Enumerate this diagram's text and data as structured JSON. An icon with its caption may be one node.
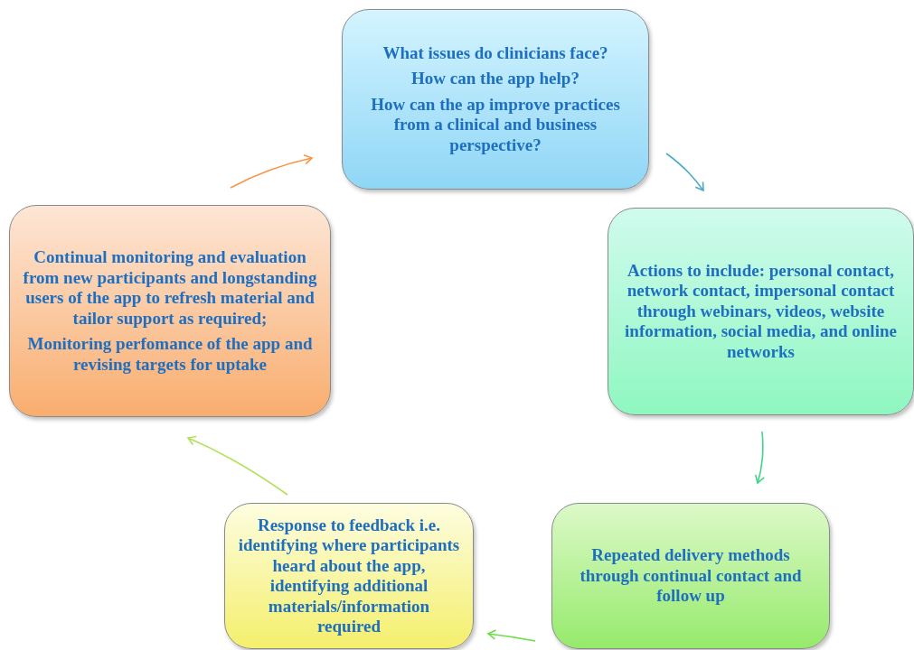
{
  "diagram": {
    "nodes": [
      {
        "text": [
          "What issues do clinicians face?",
          "How can the app help?",
          "How can the ap improve practices  from a clinical and business perspective?"
        ]
      },
      {
        "text": [
          "Actions to include: personal contact, network contact, impersonal contact through webinars, videos, website information, social media, and online networks"
        ]
      },
      {
        "text": [
          "Repeated delivery methods through continual contact and follow up"
        ]
      },
      {
        "text": [
          "Response to feedback i.e. identifying where participants heard about the app, identifying additional materials/information required"
        ]
      },
      {
        "text": [
          "Continual monitoring and evaluation from new participants and longstanding users of the app to refresh material and tailor support as required;",
          "Monitoring perfomance of the app and revising targets for uptake"
        ]
      }
    ],
    "edges": [
      {
        "from": 0,
        "to": 1,
        "arrow": "to",
        "color": "#4bacc6"
      },
      {
        "from": 1,
        "to": 2,
        "arrow": "to",
        "color": "#3fd58a"
      },
      {
        "from": 2,
        "to": 3,
        "arrow": "to",
        "color": "#6fdc4a"
      },
      {
        "from": 3,
        "to": 4,
        "arrow": "to",
        "color": "#b5e05a"
      },
      {
        "from": 4,
        "to": 0,
        "arrow": "to",
        "color": "#f79646"
      }
    ]
  }
}
